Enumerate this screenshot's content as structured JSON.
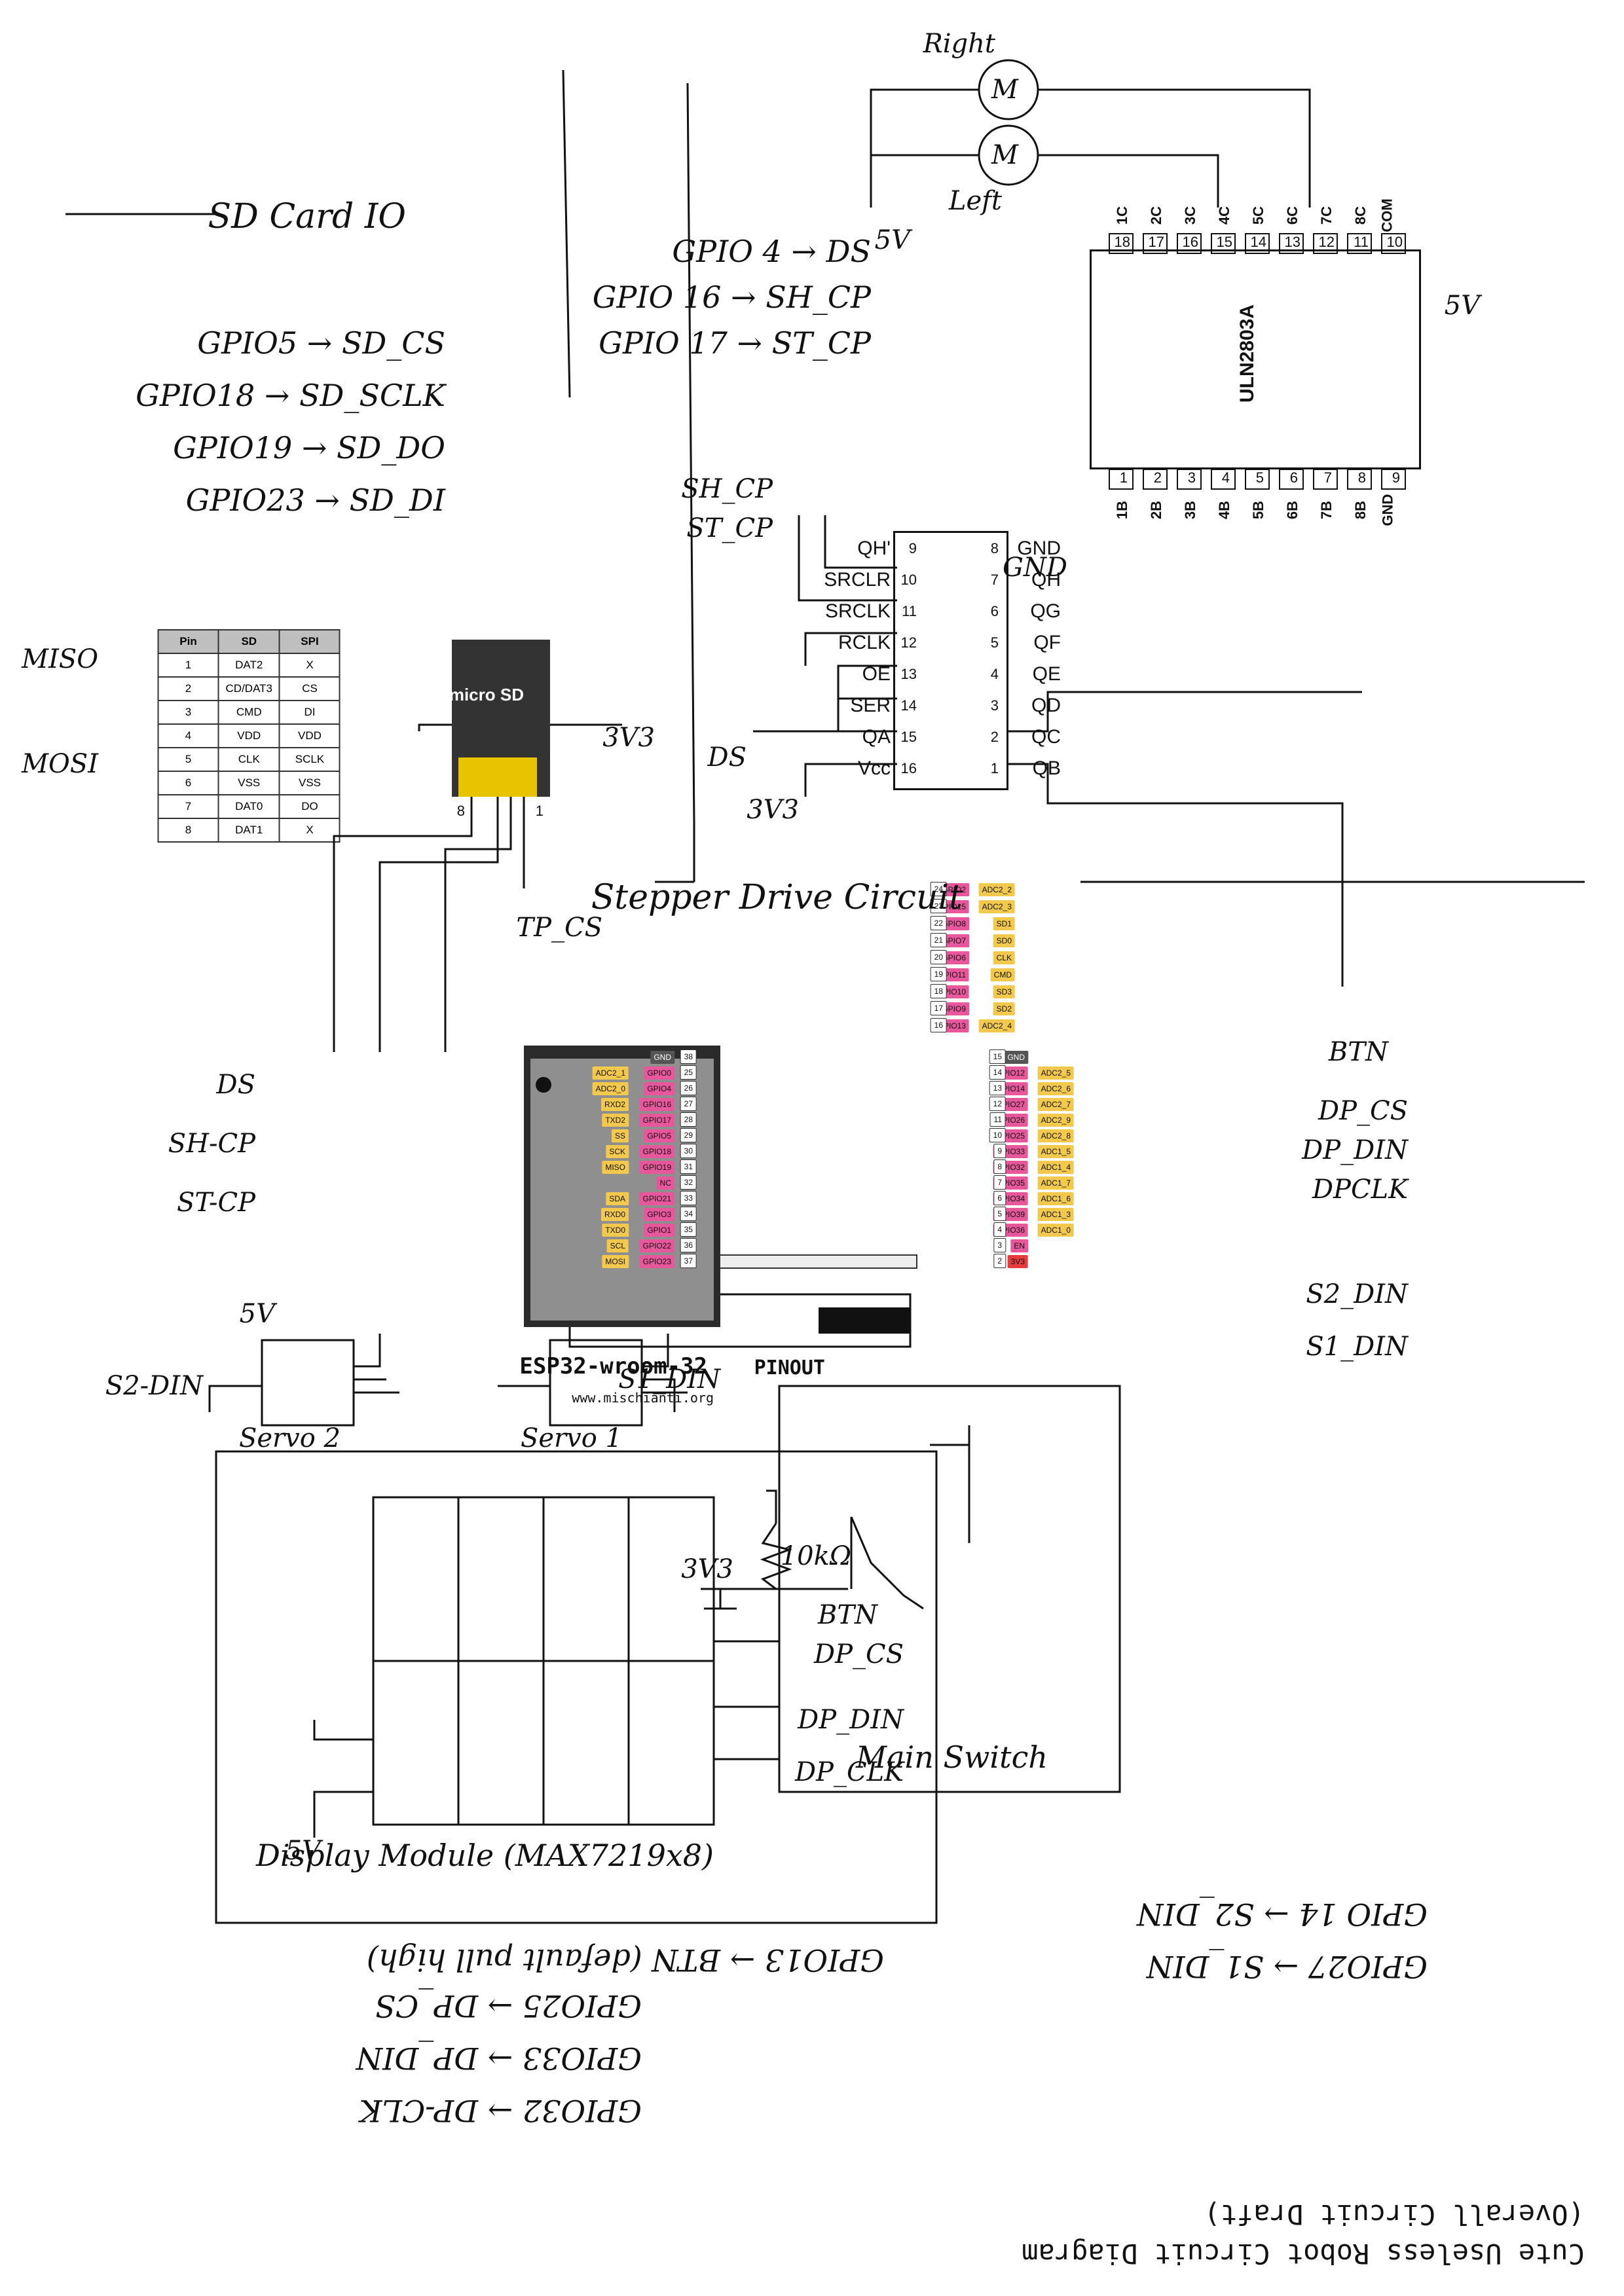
{
  "title": {
    "line1": "Cute Useless Robot Circuit Diagram",
    "line2": "(Overall Circuit Draft)"
  },
  "notes": {
    "gpio_display": [
      "GPIO32 → DP-CLK",
      "GPIO33 → DP_DIN",
      "GPIO25 → DP_CS"
    ],
    "gpio_button": "GPIO13 → BTN (default pull high)",
    "gpio_servo": [
      "GPIO27 → S1_DIN",
      "GPIO 14 → S2_DIN"
    ],
    "gpio_stepper": [
      "GPIO 4 → DS",
      "GPIO 16 → SH_CP",
      "GPIO 17 → ST_CP"
    ],
    "gpio_sd": [
      "GPIO5 → SD_CS",
      "GPIO18 → SD_SCLK",
      "GPIO19 → SD_DO",
      "GPIO23 → SD_DI"
    ]
  },
  "sections": {
    "sd_card": "SD Card IO",
    "stepper": "Stepper Drive Circuit",
    "display": "Display Module (MAX7219x8)",
    "main_switch": "Main Switch",
    "servo1": "Servo 1",
    "servo2": "Servo 2"
  },
  "motors": {
    "right": "Right",
    "left": "Left",
    "m": "M",
    "v5": "5V"
  },
  "uln2803": {
    "name": "ULN2803A",
    "top_pins": [
      "18",
      "17",
      "16",
      "15",
      "14",
      "13",
      "12",
      "11",
      "10"
    ],
    "top_labels": [
      "1C",
      "2C",
      "3C",
      "4C",
      "5C",
      "6C",
      "7C",
      "8C",
      "COM"
    ],
    "bottom_pins": [
      "1",
      "2",
      "3",
      "4",
      "5",
      "6",
      "7",
      "8",
      "9"
    ],
    "bottom_labels": [
      "1B",
      "2B",
      "3B",
      "4B",
      "5B",
      "6B",
      "7B",
      "8B",
      "GND"
    ],
    "v5": "5V"
  },
  "shift_register": {
    "left_nums": [
      "1",
      "2",
      "3",
      "4",
      "5",
      "6",
      "7",
      "8"
    ],
    "left_names": [
      "QB",
      "QC",
      "QD",
      "QE",
      "QF",
      "QG",
      "QH",
      "GND"
    ],
    "right_nums": [
      "16",
      "15",
      "14",
      "13",
      "12",
      "11",
      "10",
      "9"
    ],
    "right_names": [
      "Vcc",
      "QA",
      "SER",
      "OE",
      "RCLK",
      "SRCLK",
      "SRCLR",
      "QH'"
    ],
    "labels": {
      "gnd": "GND",
      "v33": "3V3",
      "ds": "DS",
      "st_cp": "ST_CP",
      "sh_cp": "SH_CP"
    }
  },
  "sd_module": {
    "label": "micro SD",
    "pin_first": "1",
    "pin_last": "8",
    "v33": "3V3",
    "tp_cs": "TP_CS",
    "table_headers": [
      "Pin",
      "SD",
      "SPI"
    ],
    "table_rows": [
      [
        "1",
        "DAT2",
        "X"
      ],
      [
        "2",
        "CD/DAT3",
        "CS"
      ],
      [
        "3",
        "CMD",
        "DI"
      ],
      [
        "4",
        "VDD",
        "VDD"
      ],
      [
        "5",
        "CLK",
        "SCLK"
      ],
      [
        "6",
        "VSS",
        "VSS"
      ],
      [
        "7",
        "DAT0",
        "DO"
      ],
      [
        "8",
        "DAT1",
        "X"
      ]
    ],
    "mosi": "MOSI",
    "miso": "MISO"
  },
  "esp32": {
    "banner_left": "ESP32-wroom-32",
    "banner_right": "PINOUT",
    "website": "www.mischianti.org",
    "left_pins": [
      {
        "gpio": "GPIO23",
        "func": "MOSI",
        "num": "37"
      },
      {
        "gpio": "GPIO22",
        "func": "SCL",
        "num": "36"
      },
      {
        "gpio": "GPIO1",
        "func": "TXD0",
        "num": "35"
      },
      {
        "gpio": "GPIO3",
        "func": "RXD0",
        "num": "34"
      },
      {
        "gpio": "GPIO21",
        "func": "SDA",
        "num": "33"
      },
      {
        "gpio": "NC",
        "func": "",
        "num": "32"
      },
      {
        "gpio": "GPIO19",
        "func": "MISO",
        "num": "31"
      },
      {
        "gpio": "GPIO18",
        "func": "SCK",
        "num": "30"
      },
      {
        "gpio": "GPIO5",
        "func": "SS",
        "num": "29"
      },
      {
        "gpio": "GPIO17",
        "func": "TXD2",
        "num": "28"
      },
      {
        "gpio": "GPIO16",
        "func": "RXD2",
        "num": "27"
      },
      {
        "gpio": "GPIO4",
        "func": "ADC2_0",
        "num": "26"
      },
      {
        "gpio": "GPIO0",
        "func": "ADC2_1",
        "num": "25"
      },
      {
        "gpio": "GND",
        "func": "",
        "num": "38"
      }
    ],
    "right_pins": [
      {
        "gpio": "3V3",
        "func": "",
        "num": "2"
      },
      {
        "gpio": "EN",
        "func": "",
        "num": "3"
      },
      {
        "gpio": "GPIO36",
        "func": "ADC1_0",
        "num": "4"
      },
      {
        "gpio": "GPIO39",
        "func": "ADC1_3",
        "num": "5"
      },
      {
        "gpio": "GPIO34",
        "func": "ADC1_6",
        "num": "6"
      },
      {
        "gpio": "GPIO35",
        "func": "ADC1_7",
        "num": "7"
      },
      {
        "gpio": "GPIO32",
        "func": "ADC1_4",
        "num": "8"
      },
      {
        "gpio": "GPIO33",
        "func": "ADC1_5",
        "num": "9"
      },
      {
        "gpio": "GPIO25",
        "func": "ADC2_8",
        "num": "10"
      },
      {
        "gpio": "GPIO26",
        "func": "ADC2_9",
        "num": "11"
      },
      {
        "gpio": "GPIO27",
        "func": "ADC2_7",
        "num": "12"
      },
      {
        "gpio": "GPIO14",
        "func": "ADC2_6",
        "num": "13"
      },
      {
        "gpio": "GPIO12",
        "func": "ADC2_5",
        "num": "14"
      },
      {
        "gpio": "GND",
        "func": "",
        "num": "15"
      }
    ],
    "bottom_pins": [
      {
        "gpio": "GPIO13",
        "func": "ADC2_4",
        "num": "16"
      },
      {
        "gpio": "GPIO9",
        "func": "SD2",
        "num": "17"
      },
      {
        "gpio": "GPIO10",
        "func": "SD3",
        "num": "18"
      },
      {
        "gpio": "GPIO11",
        "func": "CMD",
        "num": "19"
      },
      {
        "gpio": "GPIO6",
        "func": "CLK",
        "num": "20"
      },
      {
        "gpio": "GPIO7",
        "func": "SD0",
        "num": "21"
      },
      {
        "gpio": "GPIO8",
        "func": "SD1",
        "num": "22"
      },
      {
        "gpio": "GPIO15",
        "func": "ADC2_3",
        "num": "23"
      },
      {
        "gpio": "GPIO2",
        "func": "ADC2_2",
        "num": "24"
      }
    ]
  },
  "signals": {
    "ds": "DS",
    "sh_cp": "SH-CP",
    "st_cp": "ST-CP",
    "btn": "BTN",
    "dp_cs": "DP_CS",
    "dp_din": "DP_DIN",
    "dp_clk": "DPCLK",
    "s2_din": "S2_DIN",
    "s1_din": "S1_DIN"
  },
  "servo_labels": {
    "s1_din": "S1_DIN",
    "s2_din": "S2-DIN",
    "v5": "5V"
  },
  "display_labels": {
    "dp_cs": "DP_CS",
    "dp_din": "DP_DIN",
    "dp_clk": "DP_CLK",
    "v5": "5V"
  },
  "switch_labels": {
    "v33": "3V3",
    "btn": "BTN",
    "r": "10kΩ"
  },
  "colors": {
    "gpio": "#e8579b",
    "adc": "#f2c94c",
    "analog": "#7fc97f",
    "touch": "#5ec3e8",
    "rtc": "#f07c5a",
    "power": "#e83c3c",
    "gnd": "#333333"
  }
}
